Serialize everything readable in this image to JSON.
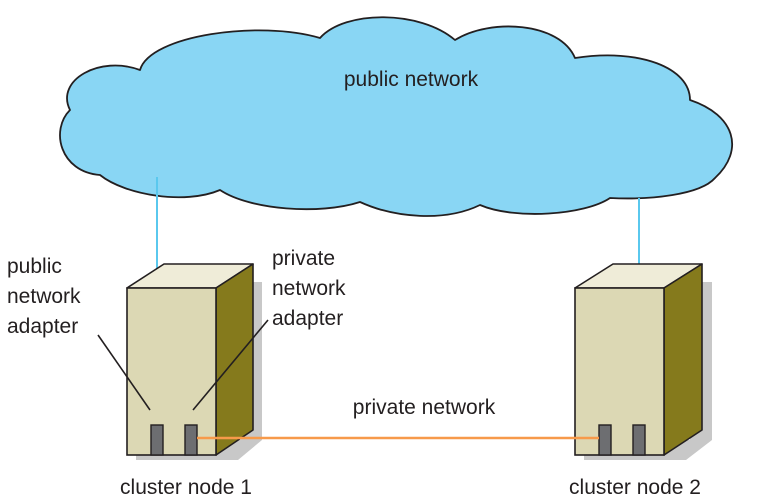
{
  "labels": {
    "public_network": "public network",
    "private_network": "private network",
    "public_adapter": [
      "public",
      "network",
      "adapter"
    ],
    "private_adapter": [
      "private",
      "network",
      "adapter"
    ],
    "node1": "cluster node 1",
    "node2": "cluster node 2"
  },
  "colors": {
    "cloud_fill": "#89d6f4",
    "public_link": "#5ac8ee",
    "private_link": "#f79a4a",
    "server_front": "#dcd8b4",
    "server_side": "#857a1c",
    "shadow": "#c8c8c8",
    "port": "#6d6e71"
  }
}
